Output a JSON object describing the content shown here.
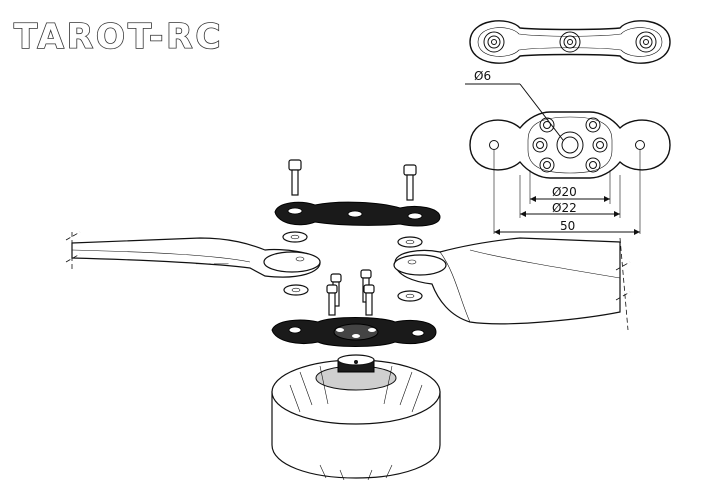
{
  "brand": {
    "logo_text": "TAROT-RC"
  },
  "dimensions": {
    "hole_diameter": "6",
    "inner_bolt_circle": "20",
    "outer_bolt_circle": "22",
    "mount_span": "50",
    "diameter_symbol": "Ø"
  },
  "blade_print": "──── ────"
}
